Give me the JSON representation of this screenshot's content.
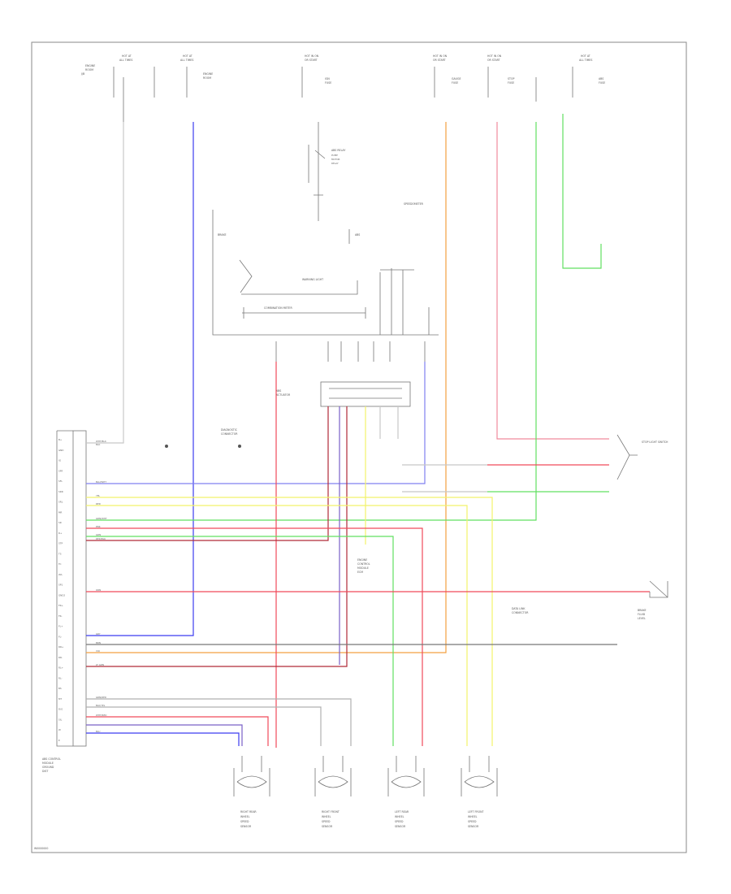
{
  "diagram": {
    "footer_code": "W0000000",
    "fuses": [
      {
        "name": "fuse-1",
        "lines": [
          "HOT AT",
          "ALL TIMES",
          "ENGINE",
          "ROOM",
          "J/B"
        ]
      },
      {
        "name": "fuse-2",
        "lines": [
          "HOT AT",
          "ALL TIMES",
          "ENGINE",
          "ROOM"
        ]
      },
      {
        "name": "fuse-3",
        "lines": [
          "HOT IN ON",
          "OR START",
          "IGN",
          "FUSE"
        ]
      },
      {
        "name": "fuse-4",
        "lines": [
          "HOT IN ON",
          "OR START",
          "GAUGE",
          "FUSE"
        ]
      },
      {
        "name": "fuse-5",
        "lines": [
          "HOT IN ON",
          "OR START",
          "STOP",
          "FUSE"
        ]
      },
      {
        "name": "fuse-6",
        "lines": [
          "HOT AT",
          "ALL TIMES",
          "ABS",
          "FUSE"
        ]
      }
    ],
    "components": {
      "combination_meter": "COMBINATION METER",
      "brake": "BRAKE",
      "abs": "ABS",
      "warning_light": "WARNING LIGHT",
      "stop_light_switch": "STOP LIGHT SWITCH",
      "abs_relay": "ABS RELAY",
      "actuator_lines": [
        "ABS",
        "ACTUATOR"
      ],
      "control_module": [
        "ABS CONTROL",
        "MODULE"
      ],
      "data_link": [
        "DATA LINK",
        "CONNECTOR"
      ],
      "speedometer": [
        "SPEEDOMETER"
      ],
      "brake_switch": [
        "BRAKE",
        "FLUID",
        "LEVEL"
      ],
      "diagnostic_lines": [
        "DIAGNOSTIC",
        "CONNECTOR"
      ],
      "ecm_lines": [
        "ENGINE",
        "CONTROL",
        "MODULE",
        "ECM"
      ],
      "pump_lines": [
        "PUMP",
        "MOTOR",
        "RELAY"
      ],
      "ground_lines": [
        "GROUND",
        "DIST"
      ]
    },
    "speed_sensors": [
      {
        "name": "sensor-right-rear",
        "lines": [
          "RIGHT REAR",
          "WHEEL",
          "SPEED",
          "SENSOR"
        ]
      },
      {
        "name": "sensor-right-front",
        "lines": [
          "RIGHT FRONT",
          "WHEEL",
          "SPEED",
          "SENSOR"
        ]
      },
      {
        "name": "sensor-left-rear",
        "lines": [
          "LEFT REAR",
          "WHEEL",
          "SPEED",
          "SENSOR"
        ]
      },
      {
        "name": "sensor-left-front",
        "lines": [
          "LEFT FRONT",
          "WHEEL",
          "SPEED",
          "SENSOR"
        ]
      }
    ],
    "module_pins": [
      "B+",
      "GND",
      "IG",
      "SFR",
      "SFL",
      "SRR",
      "SRL",
      "MR",
      "SR",
      "R+",
      "STP",
      "TS",
      "TC",
      "WA",
      "SP1",
      "GND2",
      "FR+",
      "FR-",
      "FL+",
      "FL-",
      "RR+",
      "RR-",
      "RL+",
      "RL-",
      "BS",
      "MT",
      "D/G",
      "SIL",
      "W",
      "E"
    ],
    "wire_labels": [
      "WHT/BLK",
      "BLK",
      "BLU/WHT",
      "YEL",
      "RED",
      "GRN/WHT",
      "PNK",
      "GRN",
      "RED/BLK",
      "ORN",
      "GRY",
      "BRN",
      "VIO",
      "LT GRN",
      "GRN/RED",
      "BLK/YEL",
      "WHT/RED",
      "BLU"
    ],
    "colors": {
      "blue": "#3c3cf0",
      "orange": "#f4a040",
      "red": "#f04a5a",
      "green": "#62e062",
      "yellow": "#f2f26a",
      "pink": "#f08a9c",
      "violet": "#7a60c8",
      "darkred": "#b02a38",
      "gray": "#9a9a9a",
      "black": "#555555"
    }
  }
}
